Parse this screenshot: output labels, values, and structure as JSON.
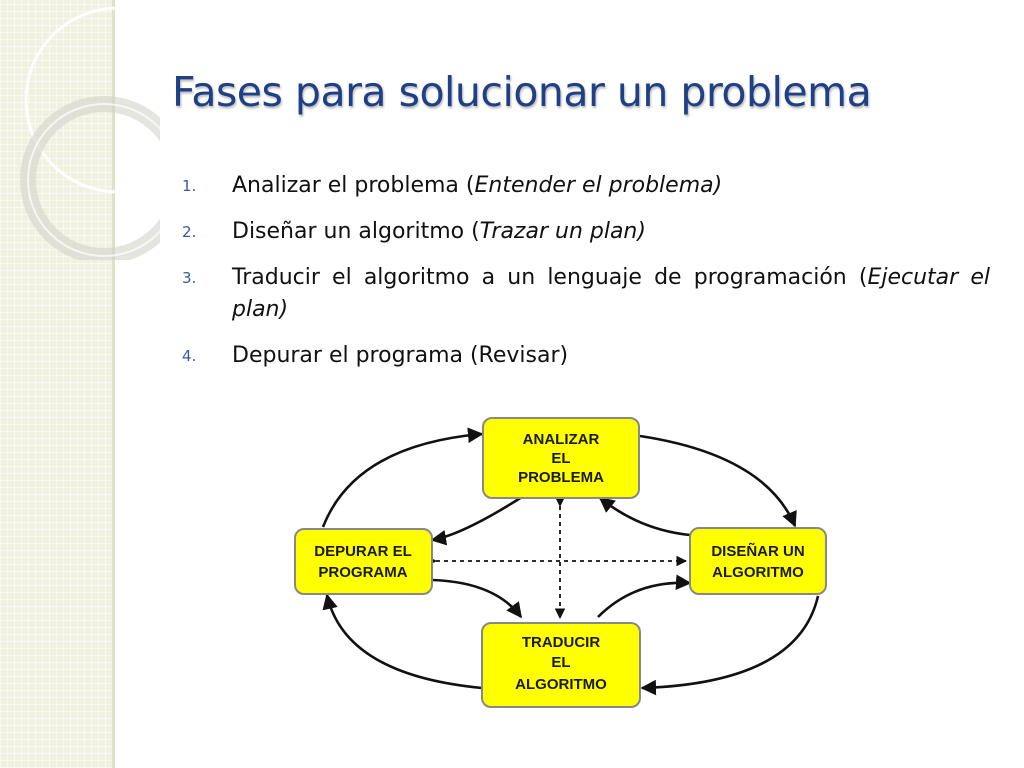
{
  "slide": {
    "title": "Fases para solucionar un problema",
    "steps": [
      {
        "number": "1.",
        "text": "Analizar el problema (",
        "sub": "Entender el problema)"
      },
      {
        "number": "2.",
        "text": " Diseñar un algoritmo (",
        "sub": "Trazar un plan)"
      },
      {
        "number": "3.",
        "text": "Traducir el algoritmo a un lenguaje de programación (",
        "sub": "Ejecutar el plan)"
      },
      {
        "number": "4.",
        "text": "Depurar el programa (Revisar)",
        "sub": ""
      }
    ]
  },
  "diagram": {
    "nodes": {
      "analizar": [
        "ANALIZAR",
        "EL",
        "PROBLEMA"
      ],
      "disenar": [
        "DISEÑAR UN",
        "ALGORITMO"
      ],
      "traducir": [
        "TRADUCIR",
        "EL",
        "ALGORITMO"
      ],
      "depurar": [
        "DEPURAR EL",
        "PROGRAMA"
      ]
    },
    "box_color": "#ffff00"
  },
  "colors": {
    "title": "#1f3f86",
    "step_number": "#3a58a3",
    "sidebar": "#f1f1e2"
  }
}
